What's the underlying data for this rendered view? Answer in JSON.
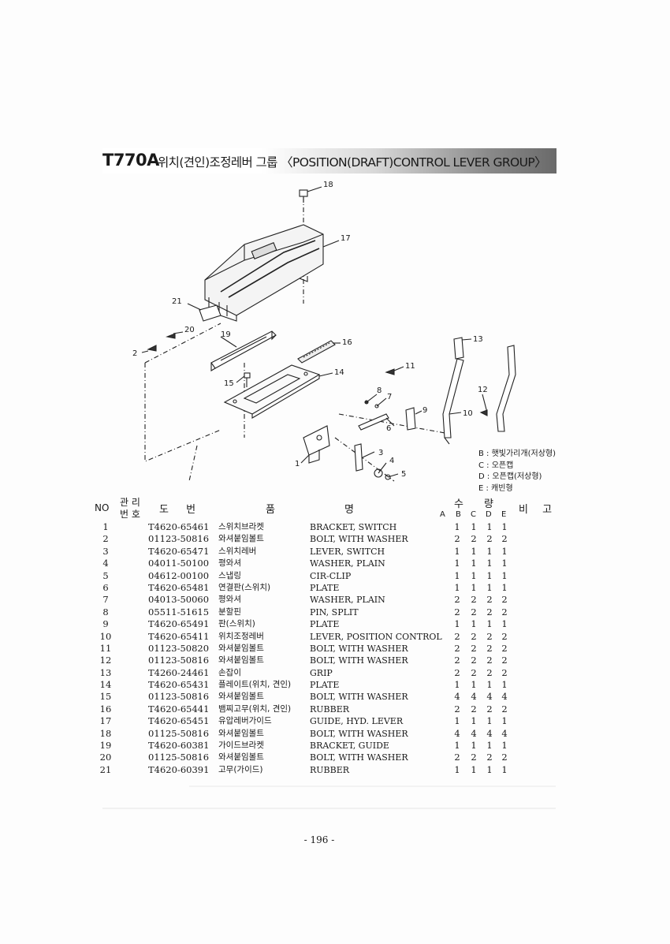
{
  "title": {
    "code": "T770A",
    "text": "위치(견인)조정레버 그룹 〈POSITION(DRAFT)CONTROL LEVER GROUP〉"
  },
  "diagram": {
    "callouts": [
      "18",
      "17",
      "21",
      "20",
      "19",
      "2",
      "16",
      "13",
      "11",
      "15",
      "14",
      "8",
      "7",
      "9",
      "12",
      "10",
      "6",
      "1",
      "4",
      "3",
      "5"
    ]
  },
  "legend": [
    "B : 햇빛가리개(저상형)",
    "C : 오픈캡",
    "D : 오픈캡(저상형)",
    "E : 캐빈형"
  ],
  "table": {
    "headers": {
      "no": "NO",
      "mgmt_top": "관 리",
      "mgmt_bottom": "번 호",
      "drawing": "도 번",
      "name_left": "품",
      "name_right": "명",
      "qty_left": "수",
      "qty_right": "량",
      "remark": "비 고",
      "cols": [
        "A",
        "B",
        "C",
        "D",
        "E"
      ]
    },
    "rows": [
      {
        "no": "1",
        "part": "T4620-65461",
        "kr": "스위치브라켓",
        "en": "BRACKET, SWITCH",
        "q": [
          "1",
          "1",
          "1",
          "1"
        ]
      },
      {
        "no": "2",
        "part": "01123-50816",
        "kr": "와셔붙임볼트",
        "en": "BOLT, WITH WASHER",
        "q": [
          "2",
          "2",
          "2",
          "2"
        ]
      },
      {
        "no": "3",
        "part": "T4620-65471",
        "kr": "스위치레버",
        "en": "LEVER, SWITCH",
        "q": [
          "1",
          "1",
          "1",
          "1"
        ]
      },
      {
        "no": "4",
        "part": "04011-50100",
        "kr": "평와셔",
        "en": "WASHER, PLAIN",
        "q": [
          "1",
          "1",
          "1",
          "1"
        ]
      },
      {
        "no": "5",
        "part": "04612-00100",
        "kr": "스냅링",
        "en": "CIR-CLIP",
        "q": [
          "1",
          "1",
          "1",
          "1"
        ]
      },
      {
        "no": "6",
        "part": "T4620-65481",
        "kr": "연결판(스위치)",
        "en": "PLATE",
        "q": [
          "1",
          "1",
          "1",
          "1"
        ]
      },
      {
        "no": "7",
        "part": "04013-50060",
        "kr": "평와셔",
        "en": "WASHER, PLAIN",
        "q": [
          "2",
          "2",
          "2",
          "2"
        ]
      },
      {
        "no": "8",
        "part": "05511-51615",
        "kr": "분할핀",
        "en": "PIN, SPLIT",
        "q": [
          "2",
          "2",
          "2",
          "2"
        ]
      },
      {
        "no": "9",
        "part": "T4620-65491",
        "kr": "판(스위치)",
        "en": "PLATE",
        "q": [
          "1",
          "1",
          "1",
          "1"
        ]
      },
      {
        "no": "10",
        "part": "T4620-65411",
        "kr": "위치조정레버",
        "en": "LEVER, POSITION CONTROL",
        "q": [
          "2",
          "2",
          "2",
          "2"
        ]
      },
      {
        "no": "11",
        "part": "01123-50820",
        "kr": "와셔붙임볼트",
        "en": "BOLT, WITH WASHER",
        "q": [
          "2",
          "2",
          "2",
          "2"
        ]
      },
      {
        "no": "12",
        "part": "01123-50816",
        "kr": "와셔붙임볼트",
        "en": "BOLT, WITH WASHER",
        "q": [
          "2",
          "2",
          "2",
          "2"
        ]
      },
      {
        "no": "13",
        "part": "T4260-24461",
        "kr": "손잡이",
        "en": "GRIP",
        "q": [
          "2",
          "2",
          "2",
          "2"
        ]
      },
      {
        "no": "14",
        "part": "T4620-65431",
        "kr": "플레이트(위치, 견인)",
        "en": "PLATE",
        "q": [
          "1",
          "1",
          "1",
          "1"
        ]
      },
      {
        "no": "15",
        "part": "01123-50816",
        "kr": "와셔붙임볼트",
        "en": "BOLT, WITH WASHER",
        "q": [
          "4",
          "4",
          "4",
          "4"
        ]
      },
      {
        "no": "16",
        "part": "T4620-65441",
        "kr": "뱀찌고무(위치, 견인)",
        "en": "RUBBER",
        "q": [
          "2",
          "2",
          "2",
          "2"
        ]
      },
      {
        "no": "17",
        "part": "T4620-65451",
        "kr": "유압레버가이드",
        "en": "GUIDE, HYD. LEVER",
        "q": [
          "1",
          "1",
          "1",
          "1"
        ]
      },
      {
        "no": "18",
        "part": "01125-50816",
        "kr": "와셔붙임볼트",
        "en": "BOLT, WITH WASHER",
        "q": [
          "4",
          "4",
          "4",
          "4"
        ]
      },
      {
        "no": "19",
        "part": "T4620-60381",
        "kr": "가이드브라켓",
        "en": "BRACKET, GUIDE",
        "q": [
          "1",
          "1",
          "1",
          "1"
        ]
      },
      {
        "no": "20",
        "part": "01125-50816",
        "kr": "와셔붙임볼트",
        "en": "BOLT, WITH WASHER",
        "q": [
          "2",
          "2",
          "2",
          "2"
        ]
      },
      {
        "no": "21",
        "part": "T4620-60391",
        "kr": "고무(가이드)",
        "en": "RUBBER",
        "q": [
          "1",
          "1",
          "1",
          "1"
        ]
      }
    ]
  },
  "page_number": "- 196 -"
}
